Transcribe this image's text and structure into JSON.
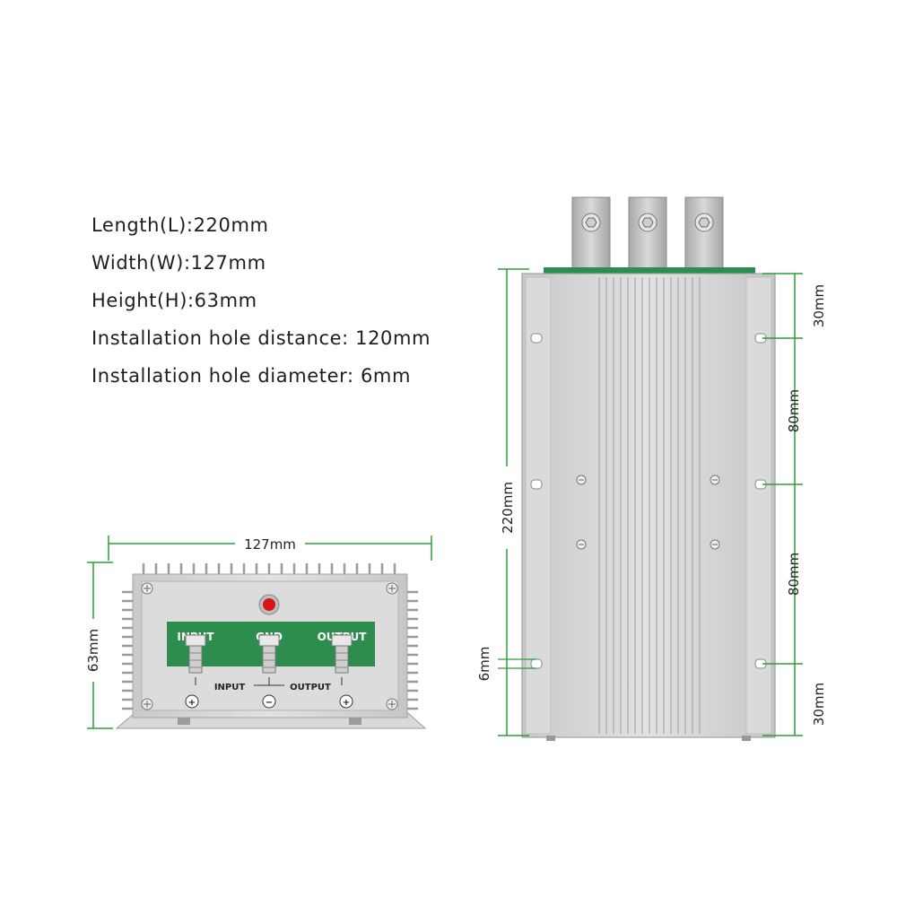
{
  "specs": {
    "length": "Length(L):220mm",
    "width": "Width(W):127mm",
    "height": "Height(H):63mm",
    "hole_distance": "Installation hole distance:  120mm",
    "hole_diameter": "Installation hole diameter:  6mm"
  },
  "front_view": {
    "width_dim": "127mm",
    "height_dim": "63mm",
    "plate_labels": [
      "INPUT",
      "GND",
      "OUTPUT"
    ],
    "input_label": "INPUT",
    "output_label": "OUTPUT",
    "plus": "+",
    "minus": "−"
  },
  "top_view": {
    "length_dim": "220mm",
    "hole_dim": "6mm",
    "spacing_dims": [
      "30mm",
      "80mm",
      "80mm",
      "30mm"
    ]
  },
  "colors": {
    "dimension_line": "#2e9e3a",
    "terminal_plate": "#2f8c4f",
    "housing": "#d4d4d4",
    "indicator_led": "#d8141b"
  }
}
